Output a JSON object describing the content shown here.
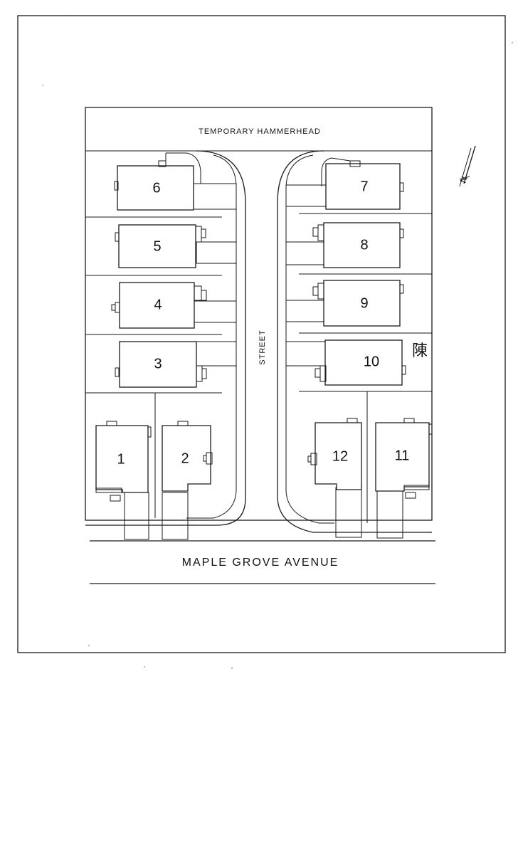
{
  "labels": {
    "top_street": "TEMPORARY HAMMERHEAD",
    "center_street": "STREET",
    "bottom_street": "MAPLE GROVE AVENUE",
    "handwritten_mark": "陳",
    "north_arrow": "N"
  },
  "lots": [
    "1",
    "2",
    "3",
    "4",
    "5",
    "6",
    "7",
    "8",
    "9",
    "10",
    "11",
    "12"
  ]
}
